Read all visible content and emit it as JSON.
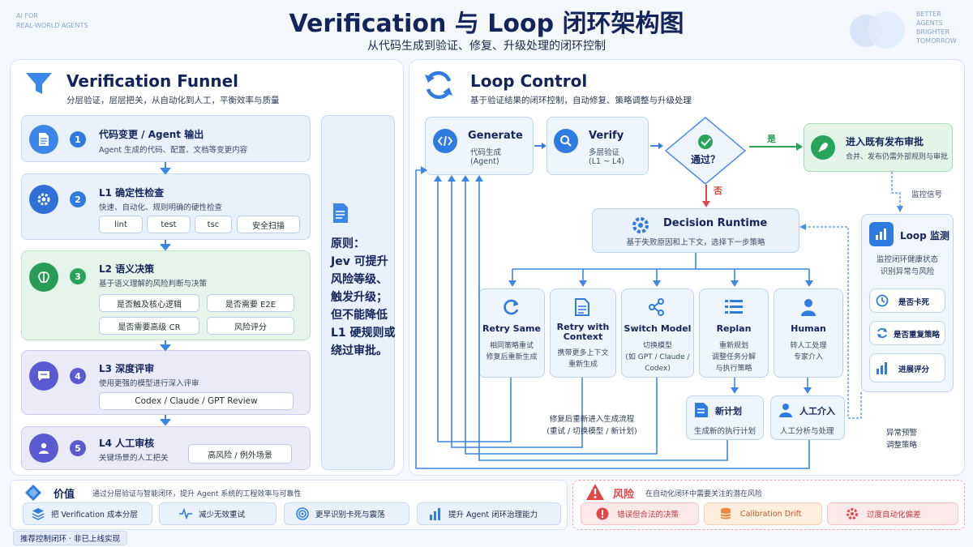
{
  "header": {
    "title": "Verification 与 Loop 闭环架构图",
    "subtitle": "从代码生成到验证、修复、升级处理的闭环控制",
    "left_tag": [
      "AI FOR",
      "REAL-WORLD AGENTS"
    ],
    "right_tag": [
      "BETTER",
      "AGENTS",
      "BRIGHTER",
      "TOMORROW"
    ]
  },
  "funnel": {
    "title": "Verification Funnel",
    "subtitle": "分层验证，层层把关，从自动化到人工，平衡效率与质量",
    "tiers": [
      {
        "num": "1",
        "title": "代码变更 / Agent 输出",
        "desc": "Agent 生成的代码、配置、文档等变更内容"
      },
      {
        "num": "2",
        "title": "L1 确定性检查",
        "desc": "快速、自动化、规则明确的硬性检查",
        "chips": [
          "lint",
          "test",
          "tsc",
          "安全扫描"
        ]
      },
      {
        "num": "3",
        "title": "L2 语义决策",
        "desc": "基于语义理解的风险判断与决策",
        "chips": [
          "是否触及核心逻辑",
          "是否需要 E2E",
          "是否需要高级 CR",
          "风险评分"
        ]
      },
      {
        "num": "4",
        "title": "L3 深度评审",
        "desc": "使用更强的模型进行深入评审",
        "chips": [
          "Codex / Claude / GPT Review"
        ]
      },
      {
        "num": "5",
        "title": "L4 人工审核",
        "desc": "关键场景的人工把关",
        "chips": [
          "高风险 / 例外场景"
        ]
      }
    ],
    "principle": [
      "原则：",
      "Jev 可提升",
      "风险等级、",
      "触发升级；",
      "但不能降低",
      "L1 硬规则或",
      "绕过审批。"
    ]
  },
  "loop": {
    "title": "Loop Control",
    "subtitle": "基于验证结果的闭环控制，自动修复、策略调整与升级处理",
    "generate": {
      "title": "Generate",
      "l1": "代码生成",
      "l2": "(Agent)"
    },
    "verify": {
      "title": "Verify",
      "l1": "多层验证",
      "l2": "(L1 ~ L4)"
    },
    "decision": {
      "label": "通过？",
      "yes": "是",
      "no": "否"
    },
    "approve": {
      "title": "进入既有发布审批",
      "desc": "合并、发布仍需外部规则与审批"
    },
    "monitor_signal": "监控信号",
    "runtime": {
      "title": "Decision Runtime",
      "desc": "基于失败原因和上下文，选择下一步策略"
    },
    "strategies": [
      {
        "title": "Retry Same",
        "desc": [
          "相同策略重试",
          "修复后重新生成"
        ]
      },
      {
        "title": "Retry with",
        "title2": "Context",
        "desc": [
          "携带更多上下文",
          "重新生成"
        ]
      },
      {
        "title": "Switch Model",
        "desc": [
          "切换模型",
          "(如 GPT / Claude /",
          "Codex)"
        ]
      },
      {
        "title": "Replan",
        "desc": [
          "重新规划",
          "调整任务分解",
          "与执行策略"
        ]
      },
      {
        "title": "Human",
        "desc": [
          "转人工处理",
          "专家介入"
        ]
      }
    ],
    "new_plan": {
      "title": "新计划",
      "desc": "生成新的执行计划"
    },
    "human_step": {
      "title": "人工介入",
      "desc": "人工分析与处理"
    },
    "reenter": [
      "修复后重新进入生成流程",
      "(重试 / 切换模型 / 新计划)"
    ],
    "monitor": {
      "title": "Loop 监测",
      "desc": [
        "监控闭环健康状态",
        "识别异常与风险"
      ],
      "items": [
        "是否卡死",
        "是否重复策略",
        "进展评分"
      ]
    },
    "alert": [
      "异常预警",
      "调整策略"
    ]
  },
  "value": {
    "title": "价值",
    "desc": "通过分层验证与智能闭环，提升 Agent 系统的工程效率与可靠性",
    "items": [
      "把 Verification 成本分层",
      "减少无效重试",
      "更早识别卡死与震荡",
      "提升 Agent 闭环治理能力"
    ]
  },
  "risk": {
    "title": "风险",
    "desc": "在自动化闭环中需要关注的潜在风险",
    "items": [
      "错误但合法的决策",
      "Calibration Drift",
      "过度自动化偏差"
    ]
  },
  "footer_tag": "推荐控制闭环 · 非已上线实现",
  "colors": {
    "navy": "#12255a",
    "blue": "#2f7be0",
    "green": "#27a35a",
    "red": "#e04848",
    "purple": "#5a5bd0"
  }
}
